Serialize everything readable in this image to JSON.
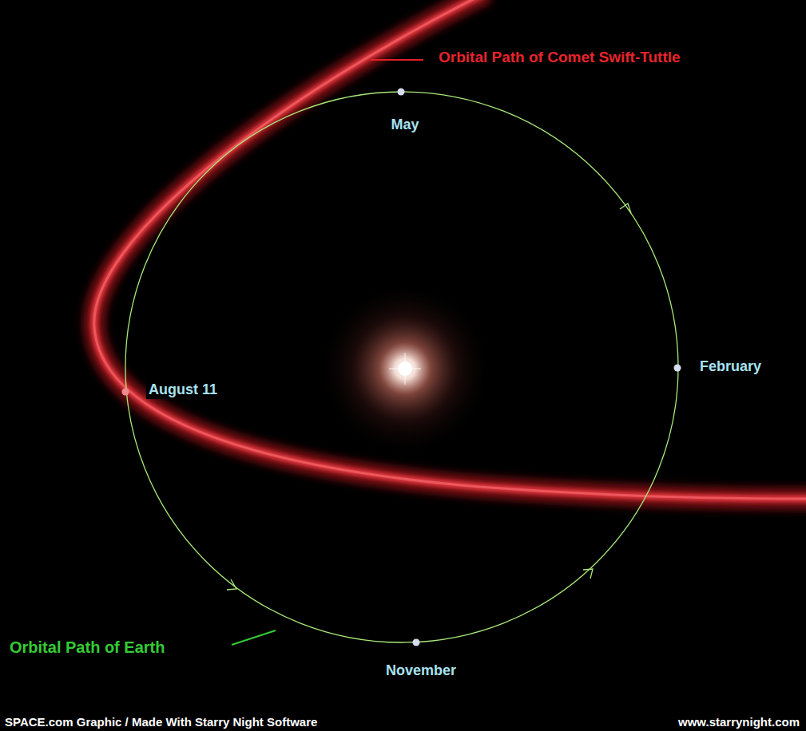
{
  "diagram": {
    "labels": [
      "Orbital Path of Comet Swift-Tuttle",
      "May",
      "August 11",
      "February",
      "Orbital Path of Earth",
      "November",
      "SPACE.com Graphic / Made With Starry Night Software",
      "www.starrynight.com"
    ]
  }
}
